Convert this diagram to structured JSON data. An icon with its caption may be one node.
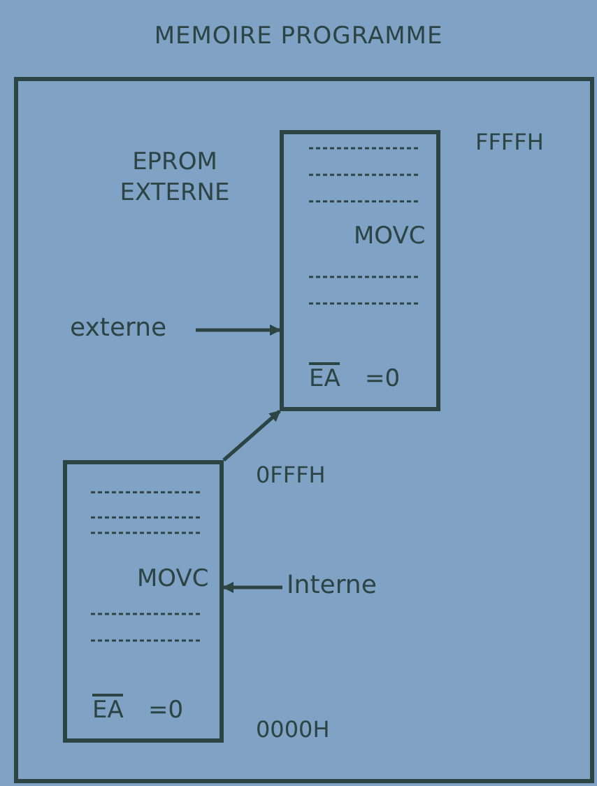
{
  "diagram": {
    "title": "MEMOIRE PROGRAMME",
    "nodes": [
      {
        "text": [],
        "shape": "box"
      },
      {
        "text": [
          "MOVC",
          "EA",
          "=0"
        ],
        "in": 0,
        "beside": [
          "EPROM EXTERNE"
        ]
      },
      {
        "text": [
          "MOVC",
          "EA",
          "=0"
        ],
        "in": 0
      },
      {
        "text": [
          "externe"
        ],
        "in": 0
      },
      {
        "text": [
          "Interne"
        ],
        "in": 0
      }
    ],
    "edges": [
      {
        "from": 3,
        "to": 1,
        "arrow": "to"
      },
      {
        "from": 4,
        "to": 2,
        "arrow": "to"
      },
      {
        "from": 2,
        "to": 1,
        "arrow": "to"
      }
    ],
    "labels": [
      "FFFFH",
      "0FFFH",
      "0000H"
    ]
  }
}
